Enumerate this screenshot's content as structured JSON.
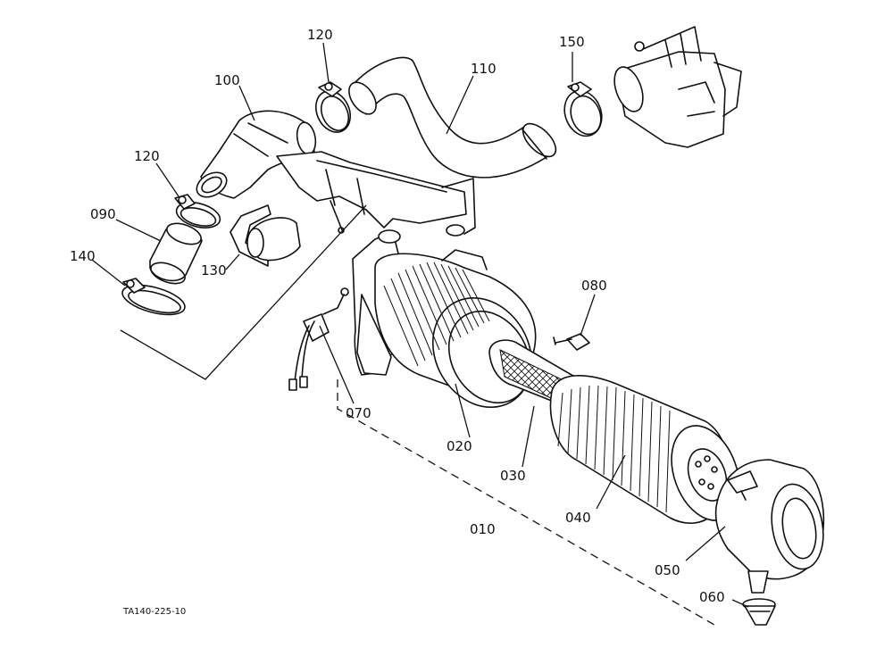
{
  "labels": {
    "p010": "010",
    "p020": "020",
    "p030": "030",
    "p040": "040",
    "p050": "050",
    "p060": "060",
    "p070": "070",
    "p080": "080",
    "p090": "090",
    "p100": "100",
    "p110": "110",
    "p120a": "120",
    "p120b": "120",
    "p130": "130",
    "p140": "140",
    "p150": "150"
  },
  "reference_code": "TA140-225-10"
}
